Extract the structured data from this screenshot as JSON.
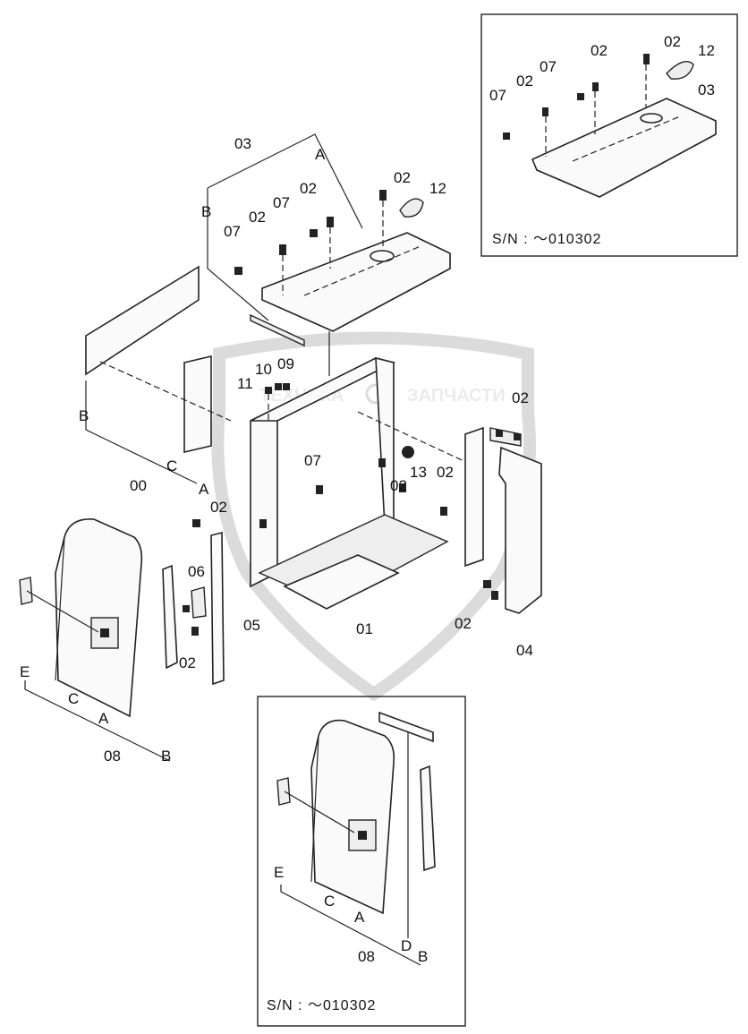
{
  "watermark": {
    "text_left": "ТЕХНИКА",
    "text_right": "ЗАПЧАСТИ",
    "logo": "ЭПФ"
  },
  "inset_top": {
    "serial": "S/N : ～010302",
    "labels": [
      "02",
      "02",
      "12",
      "07",
      "03",
      "07",
      "02"
    ]
  },
  "inset_bottom": {
    "serial": "S/N : ～010302",
    "labels": [
      "E",
      "C",
      "A",
      "08",
      "D",
      "B"
    ]
  },
  "main": {
    "labels": [
      "03",
      "A",
      "B",
      "02",
      "12",
      "07",
      "02",
      "02",
      "07",
      "10",
      "09",
      "11",
      "B",
      "C",
      "00",
      "A",
      "07",
      "13",
      "02",
      "02",
      "02",
      "04",
      "02",
      "06",
      "05",
      "02",
      "01",
      "02",
      "E",
      "C",
      "A",
      "08",
      "B"
    ]
  }
}
